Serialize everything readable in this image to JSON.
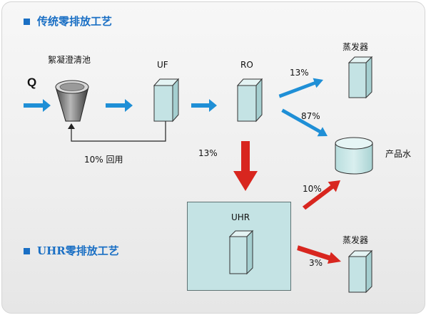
{
  "titles": {
    "traditional": "传统零排放工艺",
    "uhr": "UHR零排放工艺"
  },
  "labels": {
    "inflow": "Q",
    "clarifier": "絮凝澄清池",
    "uf": "UF",
    "ro": "RO",
    "recycle": "10% 回用",
    "ro_to_evaporator": "13%",
    "ro_to_product": "87%",
    "ro_to_uhr": "13%",
    "uhr": "UHR",
    "uhr_to_product": "10%",
    "uhr_to_evaporator": "3%",
    "evaporator_top": "蒸发器",
    "evaporator_bottom": "蒸发器",
    "product_water": "产品水"
  },
  "colors": {
    "title": "#1a6fc4",
    "flow_arrow": "#1f8fd6",
    "uhr_arrow": "#d8261f",
    "box_face": "#c4e3e4",
    "uhr_panel": "#c4e3e4"
  }
}
